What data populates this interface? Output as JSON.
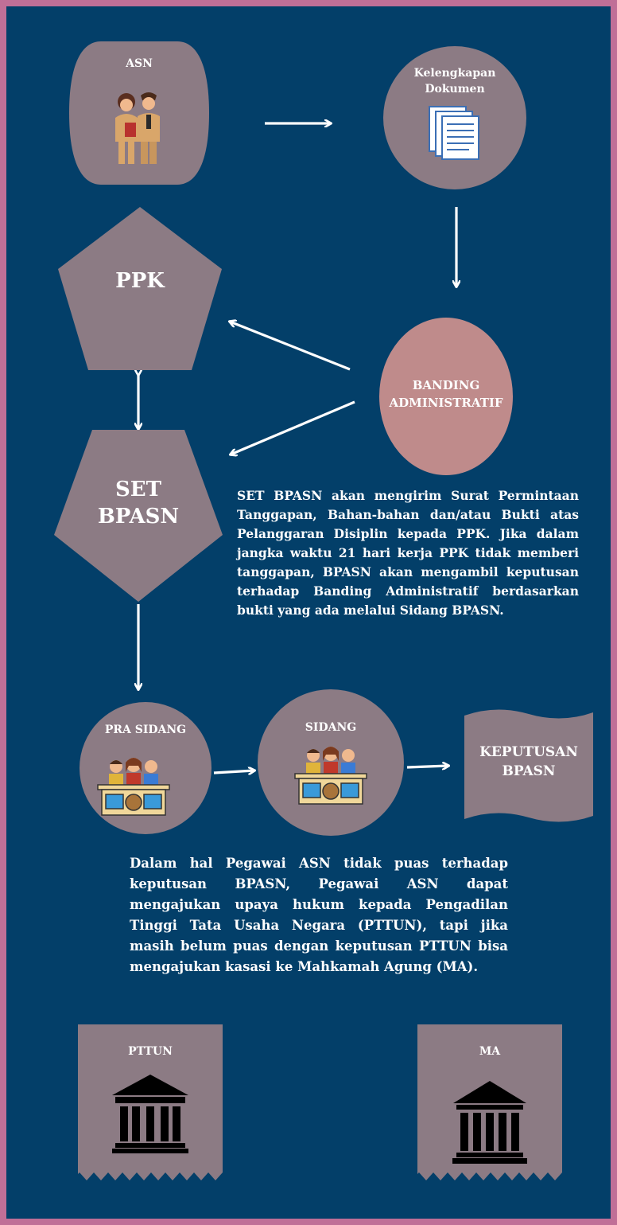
{
  "diagram": {
    "nodes": {
      "asn": {
        "label": "ASN",
        "icon": "civil-servants-icon"
      },
      "dokumen": {
        "label": "Kelengkapan Dokumen",
        "icon": "documents-icon"
      },
      "ppk": {
        "label": "PPK"
      },
      "banding": {
        "label": "BANDING ADMINISTRATIF"
      },
      "set_bpasn": {
        "label": "SET BPASN"
      },
      "pra_sidang": {
        "label": "PRA SIDANG",
        "icon": "tribunal-panel-icon"
      },
      "sidang": {
        "label": "SIDANG",
        "icon": "tribunal-panel-icon"
      },
      "keputusan": {
        "label": "KEPUTUSAN BPASN"
      },
      "pttun": {
        "label": "PTTUN",
        "icon": "courthouse-icon"
      },
      "ma": {
        "label": "MA",
        "icon": "courthouse-icon"
      }
    },
    "edges": [
      {
        "from": "asn",
        "to": "dokumen"
      },
      {
        "from": "dokumen",
        "to": "banding"
      },
      {
        "from": "banding",
        "to": "ppk"
      },
      {
        "from": "banding",
        "to": "set_bpasn"
      },
      {
        "from": "ppk",
        "to": "set_bpasn",
        "bidirectional": true
      },
      {
        "from": "set_bpasn",
        "to": "pra_sidang"
      },
      {
        "from": "pra_sidang",
        "to": "sidang"
      },
      {
        "from": "sidang",
        "to": "keputusan"
      }
    ],
    "notes": {
      "set_bpasn_note": "SET BPASN akan mengirim Surat Permintaan Tanggapan, Bahan-bahan dan/atau Bukti atas Pelanggaran Disiplin kepada PPK. Jika dalam jangka waktu 21 hari kerja PPK tidak memberi tanggapan, BPASN akan mengambil keputusan terhadap Banding Administratif berdasarkan bukti yang ada melalui Sidang BPASN.",
      "appeal_note": "Dalam hal Pegawai ASN tidak puas terhadap keputusan BPASN, Pegawai ASN dapat mengajukan upaya hukum kepada Pengadilan Tinggi Tata Usaha Negara (PTTUN), tapi jika masih belum puas dengan keputusan PTTUN bisa mengajukan kasasi ke Mahkamah Agung (MA)."
    },
    "colors": {
      "frame": "#c06f97",
      "background": "#033f69",
      "shape": "#8c7b84",
      "banding_circle": "#bf8b8b",
      "text": "#ffffff"
    }
  }
}
